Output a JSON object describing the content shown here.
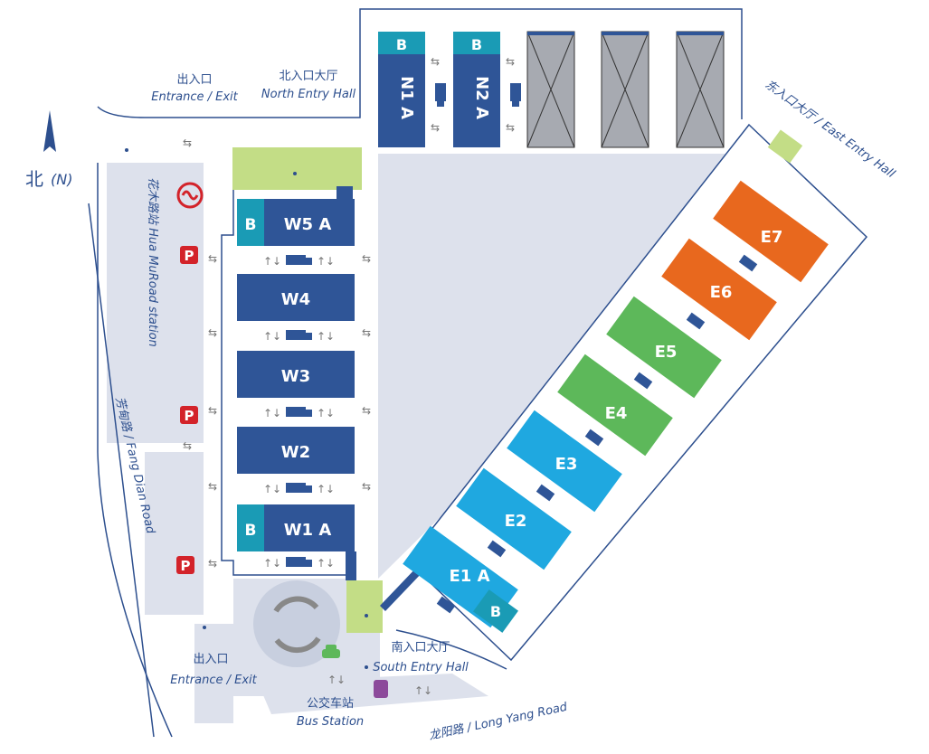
{
  "compass": {
    "char": "北",
    "n": "(N)"
  },
  "colors": {
    "navy": "#2f5597",
    "teal": "#1a9bb5",
    "sky": "#1fa8e0",
    "green": "#5db85a",
    "orange": "#e8681e",
    "lime": "#c3dd86",
    "road": "#dde1ec",
    "line": "#2d4f8e",
    "gray": "#a7aab1"
  },
  "labels": {
    "north_entrance_cn": "出入口",
    "north_entrance_en": "Entrance / Exit",
    "north_hall_cn": "北入口大厅",
    "north_hall_en": "North Entry Hall",
    "east_hall": "东入口大厅 / East Entry Hall",
    "station": "花木路站 Hua MuRoad station",
    "fang_dian": "芳甸路 / Fang Dian Road",
    "south_entrance_cn": "出入口",
    "south_entrance_en": "Entrance / Exit",
    "south_hall_cn": "南入口大厅",
    "south_hall_en": "South Entry Hall",
    "bus_cn": "公交车站",
    "bus_en": "Bus Station",
    "long_yang": "龙阳路 / Long Yang Road",
    "parking": "P"
  },
  "halls": {
    "N1": "N1 A",
    "N2": "N2 A",
    "B": "B",
    "W5": "W5 A",
    "W4": "W4",
    "W3": "W3",
    "W2": "W2",
    "W1": "W1 A",
    "E1": "E1 A",
    "E2": "E2",
    "E3": "E3",
    "E4": "E4",
    "E5": "E5",
    "E6": "E6",
    "E7": "E7"
  }
}
